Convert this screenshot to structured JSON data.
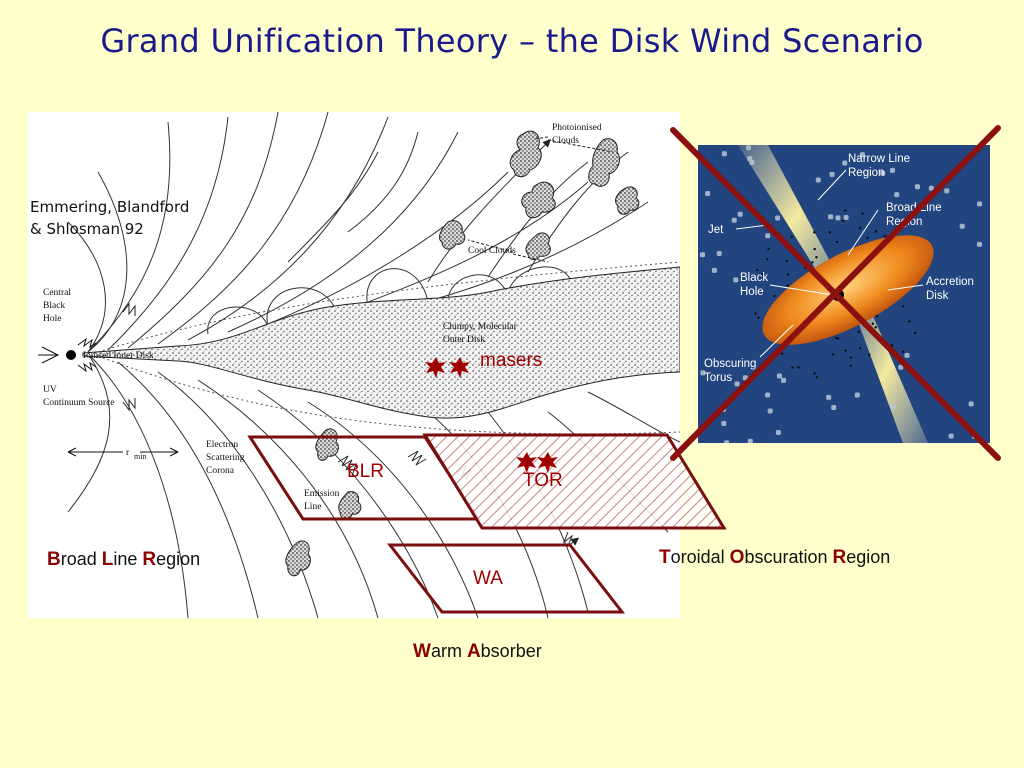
{
  "title": "Grand Unification Theory – the Disk Wind Scenario",
  "credit": {
    "line1": "Emmering, Blandford",
    "line2": "& Shlosman 92"
  },
  "figure_labels": {
    "photoionised_line1": "Photoionised",
    "photoionised_line2": "Clouds",
    "cool_clouds": "Cool Clouds",
    "clumpy_line1": "Clumpy, Molecular",
    "clumpy_line2": "Outer Disk",
    "central_line1": "Central",
    "central_line2": "Black",
    "central_line3": "Hole",
    "ionised_disk": "Ionised Inner Disk",
    "uv_line1": "UV",
    "uv_line2": "Continuum Source",
    "electron_line1": "Electron",
    "electron_line2": "Scattering",
    "electron_line3": "Corona",
    "emission_line1": "Emission",
    "emission_line2": "Line",
    "r": "r",
    "r_sub": "min"
  },
  "agn_labels": {
    "narrow_line1": "Narrow Line",
    "narrow_line2": "Region",
    "broad_line1": "Broad Line",
    "broad_line2": "Region",
    "jet": "Jet",
    "black_line1": "Black",
    "black_line2": "Hole",
    "accretion_line1": "Accretion",
    "accretion_line2": "Disk",
    "obscuring_line1": "Obscuring",
    "obscuring_line2": "Torus"
  },
  "region_tags": {
    "masers": "masers",
    "blr": "BLR",
    "tor": "TOR",
    "wa": "WA"
  },
  "legend": {
    "blr": {
      "i1": "B",
      "t1": "road ",
      "i2": "L",
      "t2": "ine ",
      "i3": "R",
      "t3": "egion"
    },
    "tor": {
      "i1": "T",
      "t1": "oroidal ",
      "i2": "O",
      "t2": "bscuration ",
      "i3": "R",
      "t3": "egion"
    },
    "wa": {
      "i1": "W",
      "t1": "arm ",
      "i2": "A",
      "t2": "bsorber"
    }
  },
  "colors": {
    "title": "#1a1a8c",
    "region_outline": "#7a0d0d",
    "cross": "#8b1010",
    "background": "#ffffcc"
  }
}
